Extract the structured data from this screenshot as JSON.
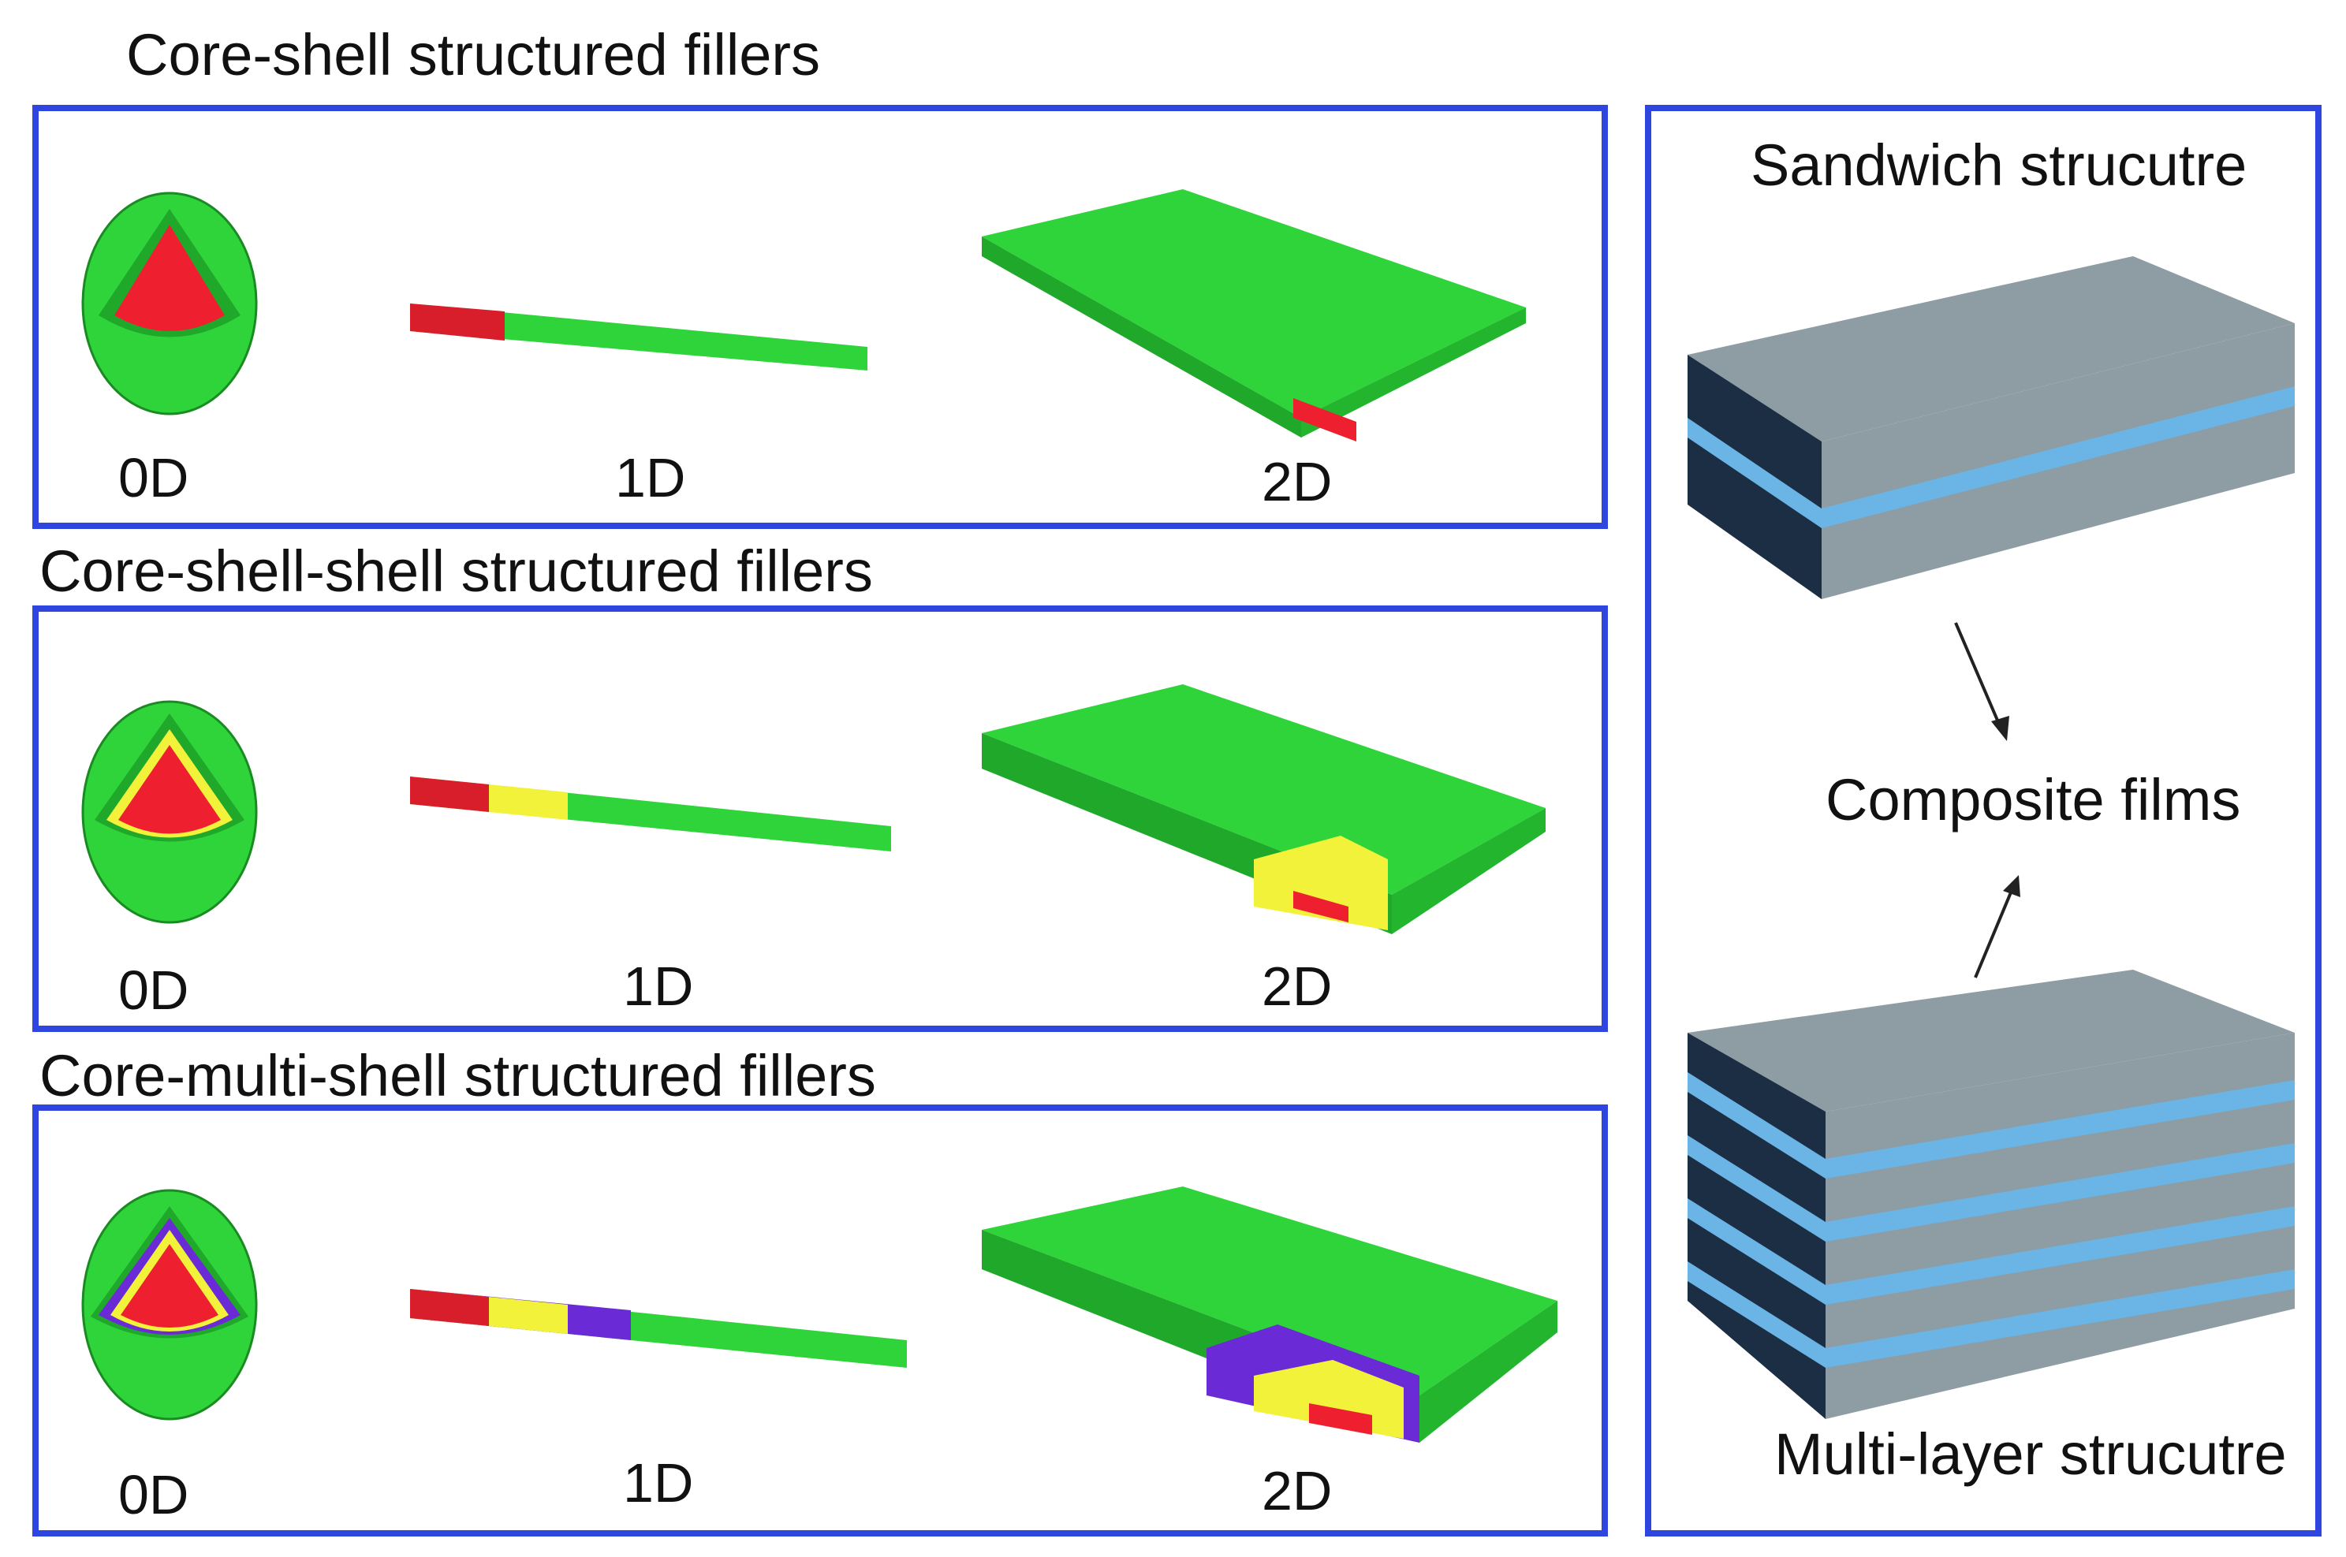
{
  "colors": {
    "frame": "#2e45e0",
    "shell_green": "#2fd43a",
    "core_red": "#ee2030",
    "shell_yellow": "#f2f23a",
    "shell_purple": "#6a2ad6",
    "layer_gray": "#8e9da3",
    "layer_blue": "#6ab4e6",
    "layer_dark": "#1c2e44"
  },
  "rows": [
    {
      "title": "Core-shell structured fillers",
      "labels": [
        "0D",
        "1D",
        "2D"
      ],
      "shells": [
        "yellow-free"
      ]
    },
    {
      "title": "Core-shell-shell structured fillers",
      "labels": [
        "0D",
        "1D",
        "2D"
      ],
      "shells": [
        "yellow"
      ]
    },
    {
      "title": "Core-multi-shell structured fillers",
      "labels": [
        "0D",
        "1D",
        "2D"
      ],
      "shells": [
        "yellow",
        "purple"
      ]
    }
  ],
  "right_panel": {
    "top_label": "Sandwich strucutre",
    "center_label": "Composite films",
    "bottom_label": "Multi-layer strucutre"
  }
}
